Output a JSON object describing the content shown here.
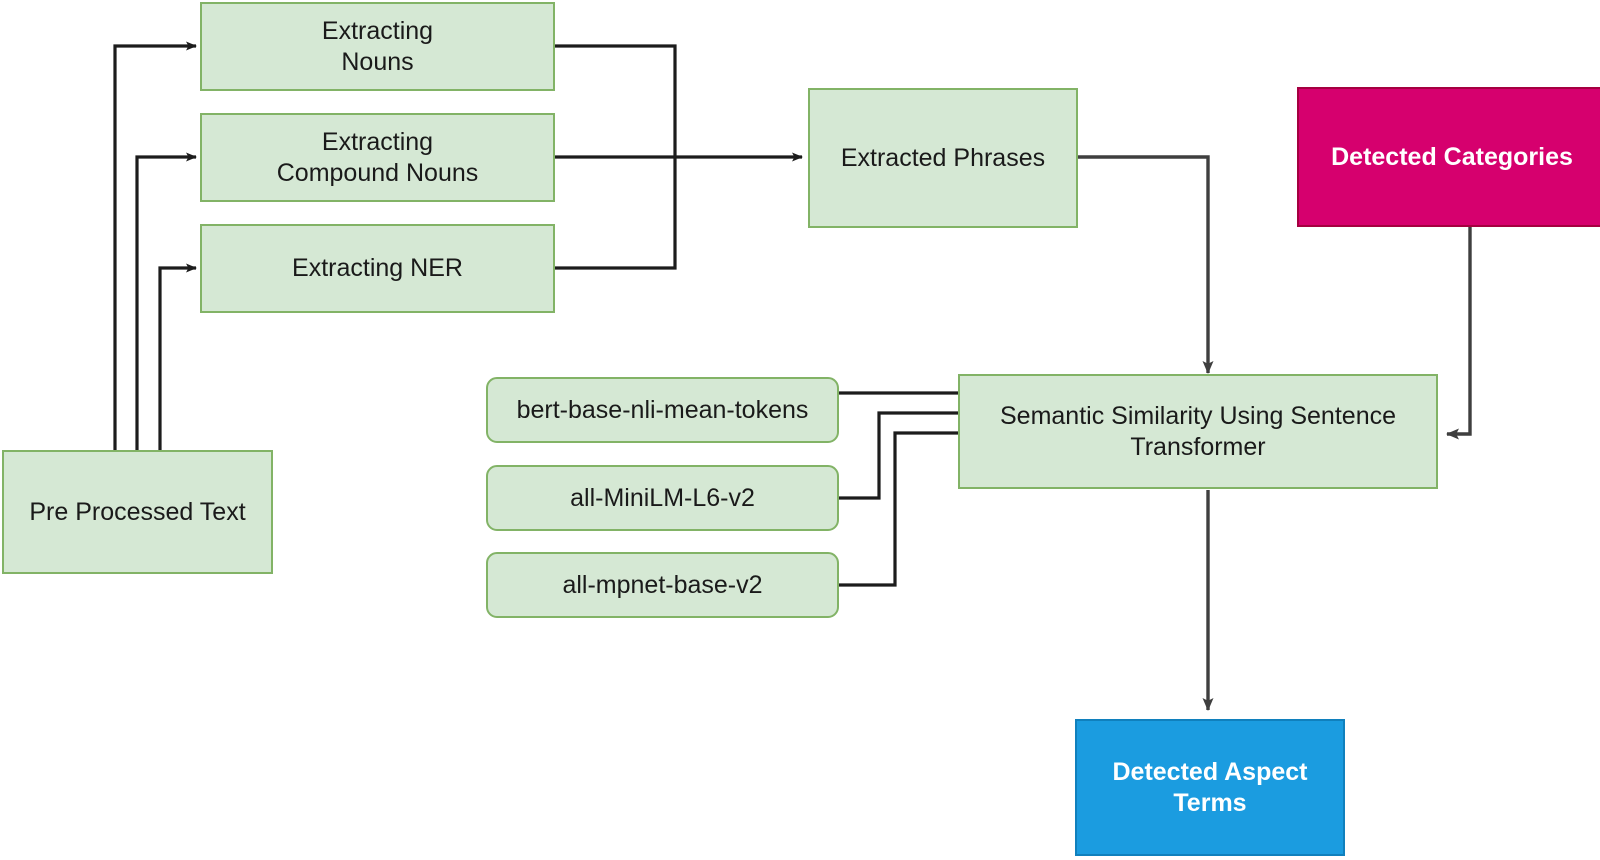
{
  "diagram": {
    "title": "Aspect Term Extraction Pipeline",
    "type": "flowchart",
    "background": "#ffffff",
    "palette": {
      "green_fill": "#d5e8d4",
      "green_stroke": "#82b366",
      "pink_fill": "#d6006e",
      "pink_stroke": "#a50040",
      "blue_fill": "#1b9ce0",
      "blue_stroke": "#1080bd",
      "edge_color": "#3a3a3a",
      "text_dark": "#1a1a1a",
      "text_light": "#ffffff"
    }
  },
  "nodes": {
    "pre_processed_text": {
      "label": "Pre Processed Text",
      "shape": "rectangle",
      "style": "green"
    },
    "extracting_nouns": {
      "label": "Extracting\nNouns",
      "shape": "rectangle",
      "style": "green"
    },
    "extracting_compound_nouns": {
      "label": "Extracting\nCompound Nouns",
      "shape": "rectangle",
      "style": "green"
    },
    "extracting_ner": {
      "label": "Extracting NER",
      "shape": "rectangle",
      "style": "green"
    },
    "extracted_phrases": {
      "label": "Extracted Phrases",
      "shape": "rectangle",
      "style": "green"
    },
    "model_bert": {
      "label": "bert-base-nli-mean-tokens",
      "shape": "rounded-rectangle",
      "style": "green"
    },
    "model_minilm": {
      "label": "all-MiniLM-L6-v2",
      "shape": "rounded-rectangle",
      "style": "green"
    },
    "model_mpnet": {
      "label": "all-mpnet-base-v2",
      "shape": "rounded-rectangle",
      "style": "green"
    },
    "semantic_similarity": {
      "label": "Semantic Similarity Using Sentence\nTransformer",
      "shape": "rectangle",
      "style": "green"
    },
    "detected_categories": {
      "label": "Detected Categories",
      "shape": "rectangle",
      "style": "pink"
    },
    "detected_aspect_terms": {
      "label": "Detected Aspect\nTerms",
      "shape": "rectangle",
      "style": "blue"
    }
  },
  "edges": [
    {
      "from": "pre_processed_text",
      "to": "extracting_nouns",
      "arrow": true
    },
    {
      "from": "pre_processed_text",
      "to": "extracting_compound_nouns",
      "arrow": true
    },
    {
      "from": "pre_processed_text",
      "to": "extracting_ner",
      "arrow": true
    },
    {
      "from": "extracting_nouns",
      "to": "extracted_phrases",
      "arrow": true
    },
    {
      "from": "extracting_compound_nouns",
      "to": "extracted_phrases",
      "arrow": true
    },
    {
      "from": "extracting_ner",
      "to": "extracted_phrases",
      "arrow": true
    },
    {
      "from": "extracted_phrases",
      "to": "semantic_similarity",
      "arrow": true
    },
    {
      "from": "model_bert",
      "to": "semantic_similarity",
      "arrow": true
    },
    {
      "from": "model_minilm",
      "to": "semantic_similarity",
      "arrow": true
    },
    {
      "from": "model_mpnet",
      "to": "semantic_similarity",
      "arrow": true
    },
    {
      "from": "detected_categories",
      "to": "semantic_similarity",
      "arrow": true
    },
    {
      "from": "semantic_similarity",
      "to": "detected_aspect_terms",
      "arrow": true
    }
  ]
}
